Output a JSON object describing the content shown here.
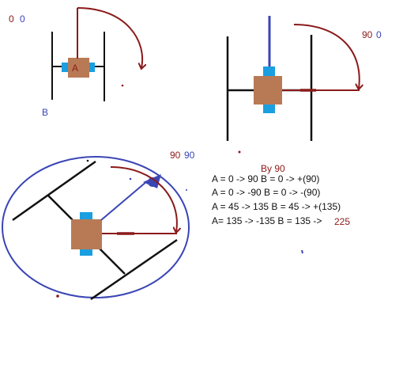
{
  "colors": {
    "maroon": "#8b1a1a",
    "blue": "#3a45b5",
    "block": "#b87a55",
    "cyan": "#1a9fe0",
    "black": "#111111"
  },
  "diagram1": {
    "label_a_value": "0",
    "label_b_value": "0",
    "block_label": "A",
    "side_label": "B"
  },
  "diagram2": {
    "label_a_value": "90",
    "label_b_value": "0",
    "caption": "By 90"
  },
  "diagram3": {
    "label_a_value": "90",
    "label_b_value": "90"
  },
  "equations": [
    "A = 0 -> 90 B = 0 -> +(90)",
    "A = 0 -> -90 B = 0 -> -(90)",
    "A = 45 -> 135 B = 45 -> +(135)",
    "A= 135 -> -135 B = 135 ->"
  ],
  "equation_result": "225"
}
